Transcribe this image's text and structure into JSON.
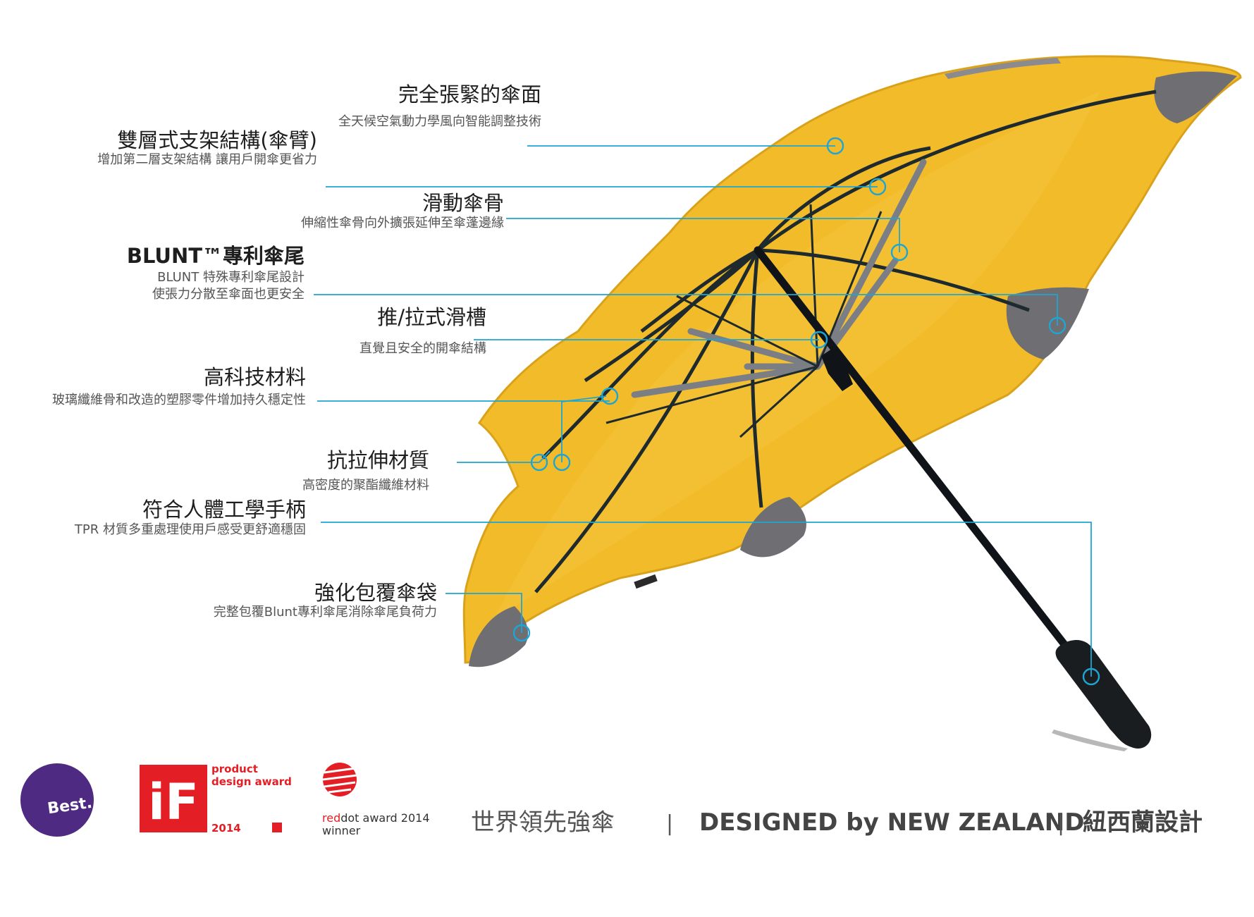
{
  "colors": {
    "canopy": "#f2bb2a",
    "canopy_shade": "#e0a71b",
    "tip_grey": "#6e6e73",
    "frame": "#1e2a2e",
    "leader": "#1ea5d3",
    "best_purple": "#4e2a82",
    "if_red": "#e31e24",
    "reddot_red": "#e31e24"
  },
  "features": [
    {
      "title": "完全張緊的傘面",
      "desc": [
        "全天候空氣動力學風向智能調整技術"
      ]
    },
    {
      "title": "雙層式支架結構(傘臂)",
      "desc": [
        "增加第二層支架結構 讓用戶開傘更省力"
      ]
    },
    {
      "title": "滑動傘骨",
      "desc": [
        "伸縮性傘骨向外擴張延伸至傘蓬邊緣"
      ]
    },
    {
      "title": "BLUNT™專利傘尾",
      "desc": [
        "BLUNT  特殊專利傘尾設計",
        "使張力分散至傘面也更安全"
      ]
    },
    {
      "title": "推/拉式滑槽",
      "desc": [
        "直覺且安全的開傘結構"
      ]
    },
    {
      "title": "高科技材料",
      "desc": [
        "玻璃纖維骨和改造的塑膠零件增加持久穩定性"
      ]
    },
    {
      "title": "抗拉伸材質",
      "desc": [
        "高密度的聚酯纖維材料"
      ]
    },
    {
      "title": "符合人體工學手柄",
      "desc": [
        "TPR 材質多重處理使用戶感受更舒適穩固"
      ]
    },
    {
      "title": "強化包覆傘袋",
      "desc": [
        "完整包覆Blunt專利傘尾消除傘尾負荷力"
      ]
    }
  ],
  "awards": {
    "best": "Best.",
    "if": {
      "logo": "iF",
      "line1": "product",
      "line2": "design award",
      "year": "2014"
    },
    "reddot": {
      "brand_red": "red",
      "brand_rest": "dot award 2014",
      "line2": "winner"
    }
  },
  "tagline": {
    "left": "世界領先強傘",
    "sep": "|",
    "middle": "DESIGNED by NEW ZEALAND",
    "right": "紐西蘭設計"
  }
}
